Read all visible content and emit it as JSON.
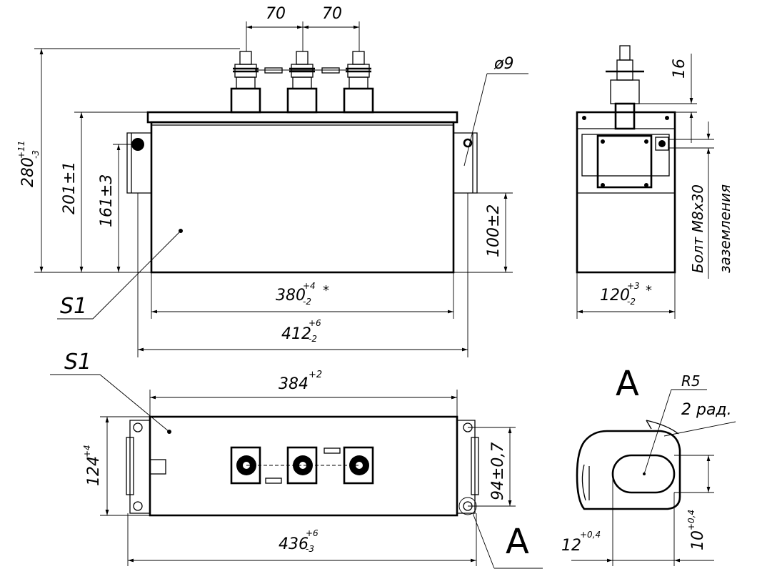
{
  "front_view": {
    "dim_terminal_spacing_1": "70",
    "dim_terminal_spacing_2": "70",
    "dim_hole_dia": "ø9",
    "dim_total_height": "280",
    "dim_total_height_tol_upper": "+11",
    "dim_total_height_tol_lower": "-3",
    "dim_body_height": "201±1",
    "dim_bracket_height": "161±3",
    "dim_right_bracket_height": "100±2",
    "dim_body_length": "380",
    "dim_body_length_tol_upper": "+4",
    "dim_body_length_tol_lower": "-2",
    "dim_body_length_mark": "*",
    "dim_bracket_span": "412",
    "dim_bracket_span_tol_upper": "+6",
    "dim_bracket_span_tol_lower": "-2",
    "surface_label": "S1"
  },
  "side_view": {
    "dim_nut_height": "16",
    "dim_width": "120",
    "dim_width_tol_upper": "+3",
    "dim_width_tol_lower": "-2",
    "dim_width_mark": "*",
    "ground_bolt_label_1": "Болт М8х30",
    "ground_bolt_label_2": "заземления"
  },
  "top_view": {
    "surface_label": "S1",
    "dim_top_length": "384",
    "dim_top_length_tol": "+2",
    "dim_depth": "124",
    "dim_depth_tol": "+4",
    "dim_hole_pitch": "94±0,7",
    "dim_overall_length": "436",
    "dim_overall_length_tol_upper": "+6",
    "dim_overall_length_tol_lower": "-3",
    "detail_callout": "A"
  },
  "detail_a": {
    "title": "A",
    "dim_radius": "R5",
    "dim_angle": "2 рад.",
    "dim_slot_length": "12",
    "dim_slot_length_tol": "+0,4",
    "dim_slot_width": "10",
    "dim_slot_width_tol": "+0,4"
  }
}
